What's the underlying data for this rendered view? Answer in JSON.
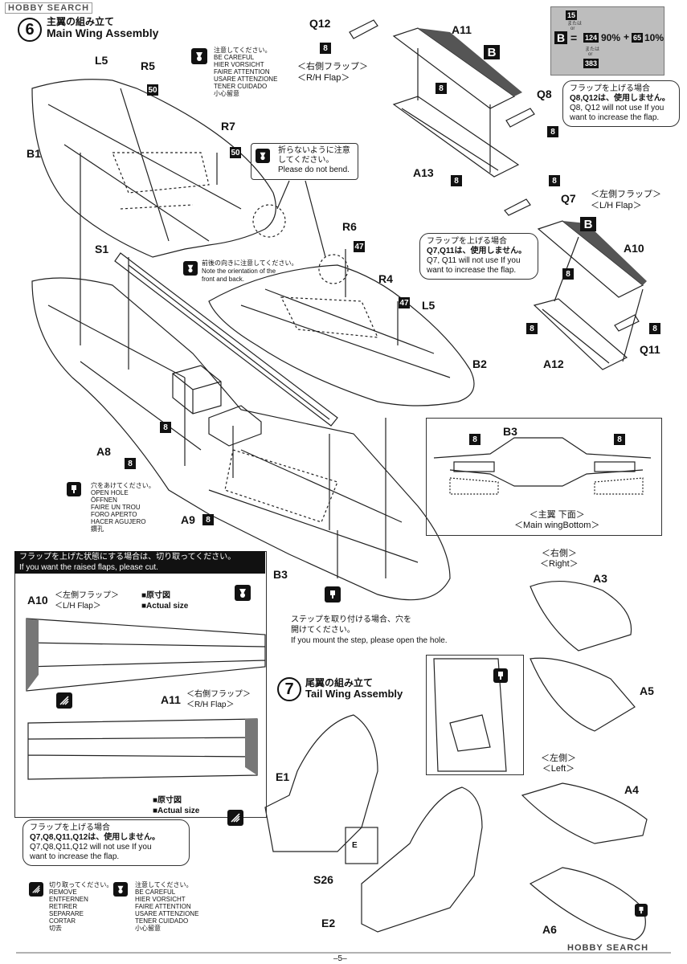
{
  "header": {
    "logo": "HOBBY SEARCH",
    "watermark": "HOBBY SEARCH"
  },
  "section6": {
    "number": "6",
    "title_jp": "主翼の組み立て",
    "title_en": "Main Wing Assembly"
  },
  "section7": {
    "number": "7",
    "title_jp": "尾翼の組み立て",
    "title_en": "Tail Wing Assembly"
  },
  "paint": {
    "code_top": "15",
    "or1": "または",
    "or1_en": "or",
    "letter": "B",
    "equals": "=",
    "code_mid": "124",
    "pct1": "90%",
    "plus": "+",
    "code_mid2": "65",
    "pct2": "10%",
    "or2": "または",
    "or2_en": "or",
    "code_bottom": "383"
  },
  "careful_note": [
    "注意してください。",
    "BE CAREFUL",
    "HIER VORSICHT",
    "FAIRE ATTENTION",
    "USARE ATTENZIONE",
    "TENER CUIDADO",
    "小心留意"
  ],
  "hole_note": [
    "穴をあけてください。",
    "OPEN HOLE",
    "ÖFFNEN",
    "FAIRE UN TROU",
    "FORO APERTO",
    "HACER AGUJERO",
    "鑽孔"
  ],
  "remove_note": [
    "切り取ってください。",
    "REMOVE",
    "ENTFERNEN",
    "RETIRER",
    "SEPARARE",
    "CORTAR",
    "切去"
  ],
  "careful_note2": [
    "注意してください。",
    "BE CAREFUL",
    "HIER VORSICHT",
    "FAIRE ATTENTION",
    "USARE ATTENZIONE",
    "TENER CUIDADO",
    "小心留意"
  ],
  "bend_note": {
    "jp": "折らないように注意",
    "jp2": "してください。",
    "en": "Please do not bend."
  },
  "orient_note": {
    "jp": "前後の向きに注意してください。",
    "en1": "Note the orientation of the",
    "en2": "front and back."
  },
  "rh_flap": {
    "jp": "＜右側フラップ＞",
    "en": "＜R/H Flap＞"
  },
  "lh_flap": {
    "jp": "＜左側フラップ＞",
    "en": "＜L/H Flap＞"
  },
  "bubble_q8": {
    "jp1": "フラップを上げる場合",
    "jp2": "Q8,Q12は、使用しません。",
    "en1": "Q8, Q12 will not use If you",
    "en2": "want to increase the flap."
  },
  "bubble_q7": {
    "jp1": "フラップを上げる場合",
    "jp2": "Q7,Q11は、使用しません。",
    "en1": "Q7, Q11 will not use If you",
    "en2": "want to increase the flap."
  },
  "bubble_all": {
    "jp1": "フラップを上げる場合",
    "jp2": "Q7,Q8,Q11,Q12は、使用しません。",
    "en1": "Q7,Q8,Q11,Q12 will not use If you",
    "en2": "want to increase the flap."
  },
  "bottom_view": {
    "jp": "＜主翼 下面＞",
    "en": "＜Main wingBottom＞"
  },
  "flap_cut": {
    "jp": "フラップを上げた状態にする場合は、切り取ってください。",
    "en": "If you want the raised flaps, please cut."
  },
  "actual_size": {
    "jp": "■原寸図",
    "en": "■Actual size"
  },
  "step_note": {
    "jp1": "ステップを取り付ける場合、穴を",
    "jp2": "開けてください。",
    "en": "If you mount the step, please open the hole."
  },
  "right_label": {
    "jp": "＜右側＞",
    "en": "＜Right＞"
  },
  "left_label": {
    "jp": "＜左側＞",
    "en": "＜Left＞"
  },
  "parts": {
    "L5": "L5",
    "R5": "R5",
    "R7": "R7",
    "B1": "B1",
    "S1": "S1",
    "R6": "R6",
    "R4": "R4",
    "B2": "B2",
    "A8": "A8",
    "A9": "A9",
    "B3": "B3",
    "Q12": "Q12",
    "A11": "A11",
    "Q8": "Q8",
    "A13": "A13",
    "Q7": "Q7",
    "A10": "A10",
    "A12": "A12",
    "Q11": "Q11",
    "A3": "A3",
    "A5": "A5",
    "A4": "A4",
    "A6": "A6",
    "E1": "E1",
    "E2": "E2",
    "S26": "S26",
    "E": "E"
  },
  "badges": {
    "b8": "8",
    "b50": "50",
    "b47": "47",
    "bB": "B"
  },
  "page_number": "–5–"
}
